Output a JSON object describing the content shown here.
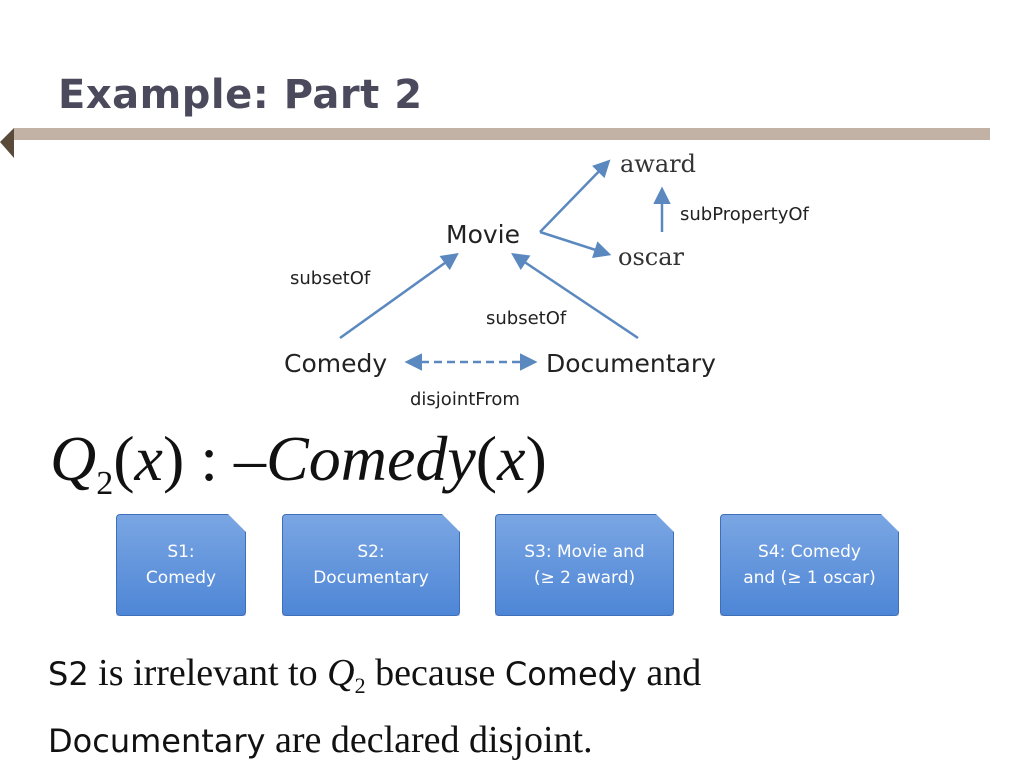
{
  "slide": {
    "title": "Example: Part 2"
  },
  "diagram": {
    "nodes": {
      "award": "award",
      "oscar": "oscar",
      "movie": "Movie",
      "comedy": "Comedy",
      "documentary": "Documentary"
    },
    "edges": {
      "subproperty": "subPropertyOf",
      "subset_left": "subsetOf",
      "subset_right": "subsetOf",
      "disjoint": "disjointFrom"
    },
    "arrow_color": "#5b89bf"
  },
  "formula": {
    "q": "Q",
    "q_sub": "2",
    "open1": "(",
    "var1": "x",
    "close1": ")",
    "op": " : –",
    "pred": "Comedy",
    "open2": "(",
    "var2": "x",
    "close2": ")"
  },
  "sources": [
    {
      "label": "S1:\nComedy"
    },
    {
      "label": "S2:\nDocumentary"
    },
    {
      "label": "S3: Movie and\n(≥ 2 award)"
    },
    {
      "label": "S4: Comedy\nand (≥ 1 oscar)"
    }
  ],
  "caption": {
    "s2": "S2",
    "t1": " is irrelevant to ",
    "q": "Q",
    "q_sub": "2",
    "t2": " because ",
    "comedy": "Comedy",
    "t3": " and",
    "documentary": "Documentary",
    "t4": " are declared disjoint."
  }
}
